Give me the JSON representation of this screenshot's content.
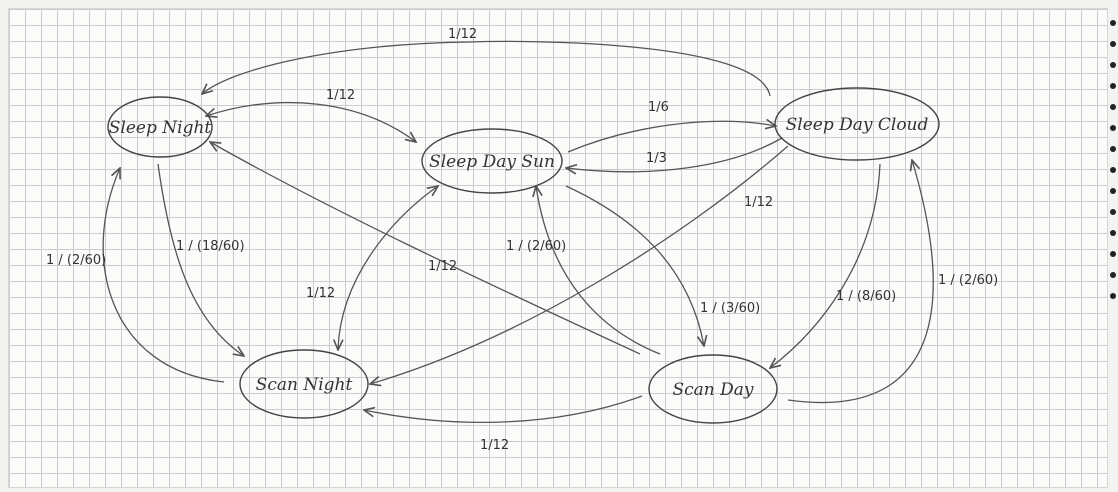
{
  "diagram": {
    "nodes": [
      {
        "id": "sleep_night",
        "label": "Sleep Night"
      },
      {
        "id": "sleep_day_sun",
        "label": "Sleep Day Sun"
      },
      {
        "id": "sleep_day_cloud",
        "label": "Sleep Day Cloud"
      },
      {
        "id": "scan_night",
        "label": "Scan Night"
      },
      {
        "id": "scan_day",
        "label": "Scan Day"
      }
    ],
    "edges": [
      {
        "id": "e1",
        "from": "sleep_day_cloud",
        "to": "sleep_night",
        "label": "1/12"
      },
      {
        "id": "e2",
        "from": "sleep_night",
        "to": "sleep_day_sun",
        "label": "1/12"
      },
      {
        "id": "e3",
        "from": "sleep_day_sun",
        "to": "sleep_day_cloud",
        "label": "1/6"
      },
      {
        "id": "e4",
        "from": "sleep_day_cloud",
        "to": "sleep_day_sun",
        "label": "1/3"
      },
      {
        "id": "e5",
        "from": "sleep_day_cloud",
        "to": "scan_night",
        "label": "1/12"
      },
      {
        "id": "e6",
        "from": "scan_night",
        "to": "sleep_night",
        "label": "1 / (2/60)"
      },
      {
        "id": "e7",
        "from": "sleep_night",
        "to": "scan_night",
        "label": "1 / (18/60)"
      },
      {
        "id": "e8",
        "from": "scan_day",
        "to": "sleep_night",
        "label": "1/12"
      },
      {
        "id": "e9",
        "from": "scan_night",
        "to": "sleep_day_sun",
        "label": "1/12"
      },
      {
        "id": "e10",
        "from": "scan_day",
        "to": "sleep_day_sun",
        "label": "1 / (2/60)"
      },
      {
        "id": "e11",
        "from": "sleep_day_sun",
        "to": "scan_day",
        "label": "1 / (3/60)"
      },
      {
        "id": "e12",
        "from": "sleep_day_cloud",
        "to": "scan_day",
        "label": "1 / (8/60)"
      },
      {
        "id": "e13",
        "from": "scan_day",
        "to": "sleep_day_cloud",
        "label": "1 / (2/60)"
      },
      {
        "id": "e14",
        "from": "scan_day",
        "to": "scan_night",
        "label": "1/12"
      }
    ]
  },
  "colors": {
    "ink": "#444444",
    "grid": "#c9cdd2",
    "paper": "#fbfbfa"
  }
}
